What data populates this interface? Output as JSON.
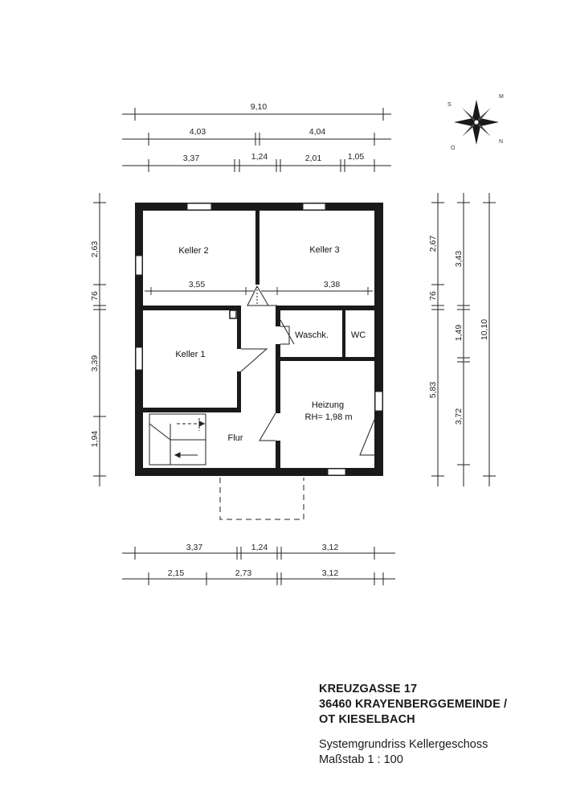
{
  "dimensions": {
    "top_total": "9,10",
    "top_row2": [
      "4,03",
      "4,04"
    ],
    "top_row3": [
      "3,37",
      "1,24",
      "2,01",
      "1,05"
    ],
    "bottom_row1": [
      "3,37",
      "1,24",
      "3,12"
    ],
    "bottom_row2": [
      "2,15",
      "2,73",
      "3,12"
    ],
    "left": [
      "2,63",
      "76",
      "3,39",
      "1,94"
    ],
    "right_inner": [
      "2,67",
      "76",
      "5,83"
    ],
    "right_mid": [
      "3,43",
      "1,49",
      "3,72"
    ],
    "right_total": "10,10",
    "inner_keller2": "3,55",
    "inner_keller3": "3,38"
  },
  "rooms": {
    "keller2": "Keller 2",
    "keller3": "Keller 3",
    "keller1": "Keller 1",
    "waschk": "Waschk.",
    "wc": "WC",
    "heizung": "Heizung",
    "heizung_rh": "RH= 1,98 m",
    "flur": "Flur"
  },
  "compass": {
    "labels": [
      "S",
      "M",
      "O",
      "N"
    ],
    "icon": "compass-rose-icon"
  },
  "title_block": {
    "address_line1": "KREUZGASSE 17",
    "address_line2": "36460 KRAYENBERGGEMEINDE /",
    "address_line3": "OT KIESELBACH",
    "plan_type": "Systemgrundriss Kellergeschoss",
    "scale": "Maßstab  1 : 100"
  },
  "colors": {
    "wall": "#1a1a1a",
    "line": "#222222",
    "paper": "#ffffff"
  }
}
